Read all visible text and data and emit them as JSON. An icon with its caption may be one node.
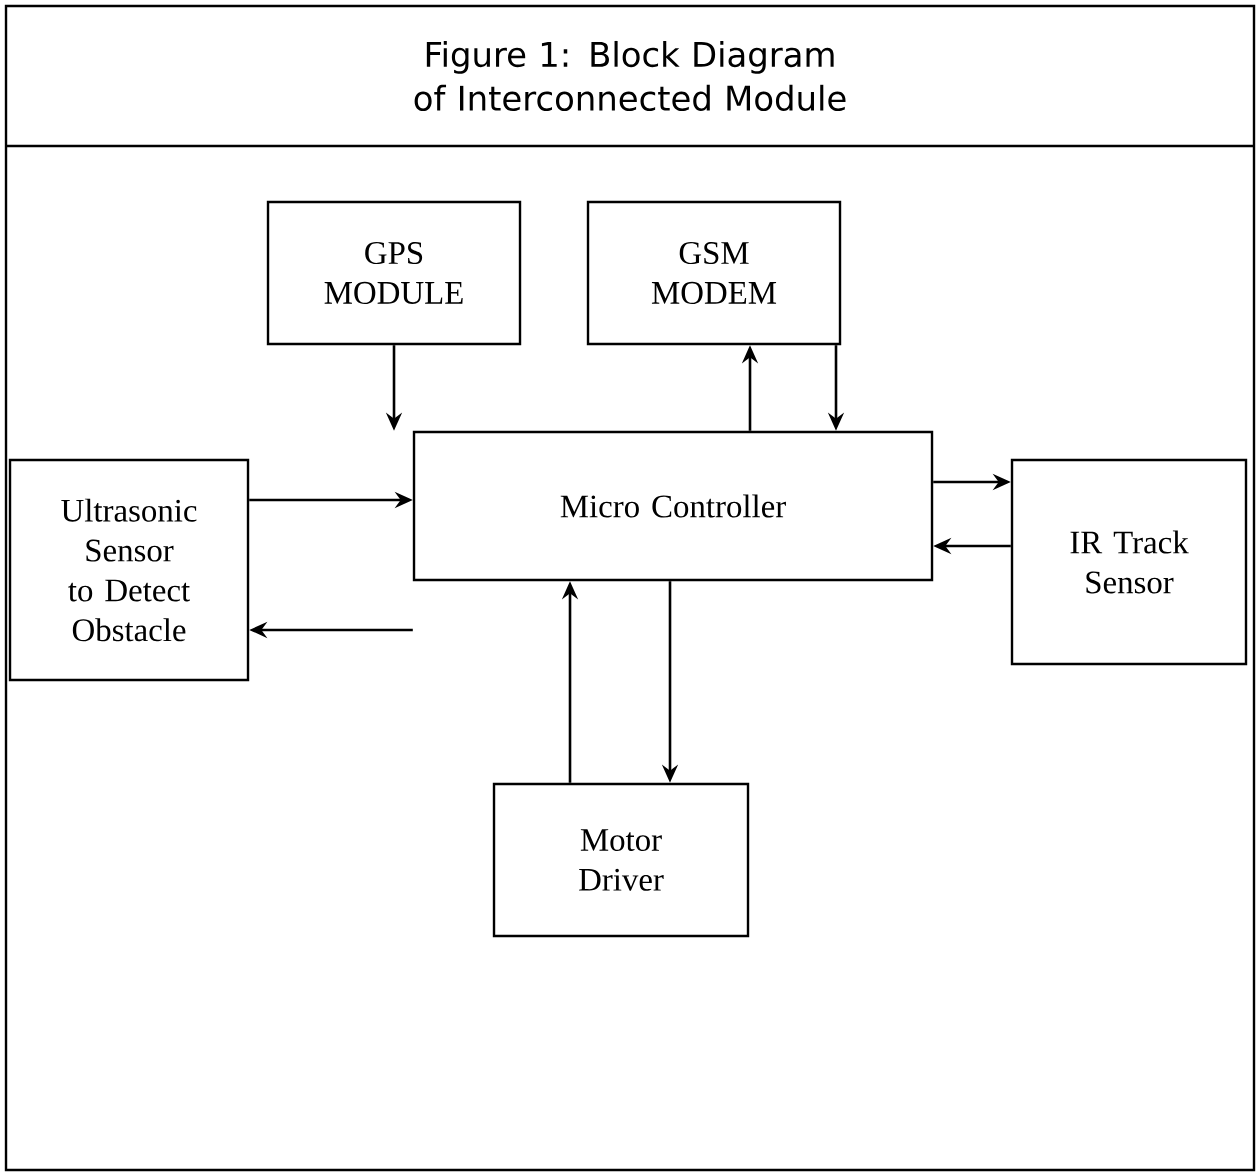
{
  "diagram": {
    "title": "Figure 1: Block Diagram of Interconnected Module",
    "nodes": [
      {
        "text": [
          "GPS MODULE"
        ]
      },
      {
        "text": [
          "GSM MODEM"
        ]
      },
      {
        "text": [
          "Ultrasonic Sensor to Detect Obstacle"
        ]
      },
      {
        "text": [
          "Micro Controller"
        ]
      },
      {
        "text": [
          "IR Track Sensor"
        ]
      },
      {
        "text": [
          "Motor Driver"
        ]
      }
    ],
    "edges": [
      {
        "from": 0,
        "to": 3,
        "arrow": "to"
      },
      {
        "from": 3,
        "to": 1,
        "arrow": "to"
      },
      {
        "from": 1,
        "to": 3,
        "arrow": "to"
      },
      {
        "from": 2,
        "to": 3,
        "arrow": "to"
      },
      {
        "from": 3,
        "to": 2,
        "arrow": "to"
      },
      {
        "from": 3,
        "to": 4,
        "arrow": "to"
      },
      {
        "from": 4,
        "to": 3,
        "arrow": "to"
      },
      {
        "from": 3,
        "to": 5,
        "arrow": "to"
      },
      {
        "from": 5,
        "to": 3,
        "arrow": "to"
      }
    ]
  }
}
